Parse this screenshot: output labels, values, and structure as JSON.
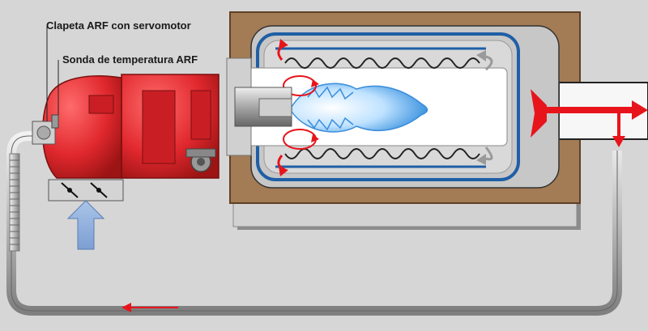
{
  "labels": {
    "damper": "Clapeta ARF con servomotor",
    "probe": "Sonda de temperatura ARF"
  },
  "colors": {
    "background": "#d6d6d6",
    "burner_red": "#e0282e",
    "burner_dark": "#a81818",
    "furnace_brown": "#a37b55",
    "chamber_grey": "#c7c7c7",
    "water_jacket_blue": "#1f5fa6",
    "flame_blue": "#4aa3e8",
    "recirculation_red": "#e8141c",
    "air_inlet_blue": "#8fb0dc",
    "pipe_grey": "#bdbdbd"
  },
  "icons": [
    "air-inlet-arrow",
    "flue-gas-arrow",
    "recirculation-arrow",
    "damper-valve-icon",
    "temperature-probe-icon"
  ]
}
